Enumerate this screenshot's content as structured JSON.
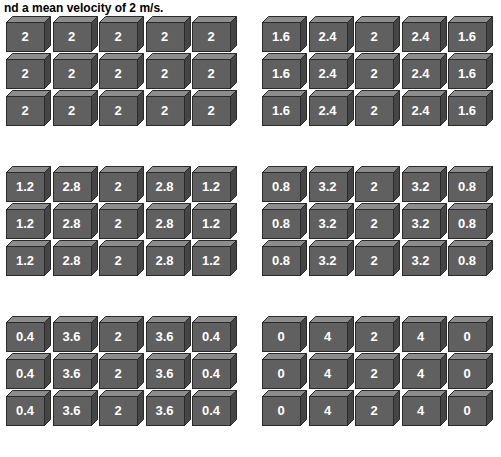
{
  "diagram": {
    "nodes": [
      {
        "text": [
          "2"
        ]
      },
      {
        "text": [
          "2"
        ]
      },
      {
        "text": [
          "2"
        ]
      },
      {
        "text": [
          "2"
        ]
      },
      {
        "text": [
          "2"
        ]
      },
      {
        "text": [
          "2"
        ]
      },
      {
        "text": [
          "2"
        ]
      },
      {
        "text": [
          "2"
        ]
      },
      {
        "text": [
          "2"
        ]
      },
      {
        "text": [
          "2"
        ]
      },
      {
        "text": [
          "2"
        ]
      },
      {
        "text": [
          "2"
        ]
      },
      {
        "text": [
          "2"
        ]
      },
      {
        "text": [
          "2"
        ]
      },
      {
        "text": [
          "2"
        ]
      },
      {
        "text": [
          "1.6"
        ]
      },
      {
        "text": [
          "2.4"
        ]
      },
      {
        "text": [
          "2"
        ]
      },
      {
        "text": [
          "2.4"
        ]
      },
      {
        "text": [
          "1.6"
        ]
      },
      {
        "text": [
          "1.6"
        ]
      },
      {
        "text": [
          "2.4"
        ]
      },
      {
        "text": [
          "2"
        ]
      },
      {
        "text": [
          "2.4"
        ]
      },
      {
        "text": [
          "1.6"
        ]
      },
      {
        "text": [
          "1.6"
        ]
      },
      {
        "text": [
          "2.4"
        ]
      },
      {
        "text": [
          "2"
        ]
      },
      {
        "text": [
          "2.4"
        ]
      },
      {
        "text": [
          "1.6"
        ]
      },
      {
        "text": [
          "1.2"
        ]
      },
      {
        "text": [
          "2.8"
        ]
      },
      {
        "text": [
          "2"
        ]
      },
      {
        "text": [
          "2.8"
        ]
      },
      {
        "text": [
          "1.2"
        ]
      },
      {
        "text": [
          "1.2"
        ]
      },
      {
        "text": [
          "2.8"
        ]
      },
      {
        "text": [
          "2"
        ]
      },
      {
        "text": [
          "2.8"
        ]
      },
      {
        "text": [
          "1.2"
        ]
      },
      {
        "text": [
          "1.2"
        ]
      },
      {
        "text": [
          "2.8"
        ]
      },
      {
        "text": [
          "2"
        ]
      },
      {
        "text": [
          "2.8"
        ]
      },
      {
        "text": [
          "1.2"
        ]
      },
      {
        "text": [
          "0.8"
        ]
      },
      {
        "text": [
          "3.2"
        ]
      },
      {
        "text": [
          "2"
        ]
      },
      {
        "text": [
          "3.2"
        ]
      },
      {
        "text": [
          "0.8"
        ]
      },
      {
        "text": [
          "0.8"
        ]
      },
      {
        "text": [
          "3.2"
        ]
      },
      {
        "text": [
          "2"
        ]
      },
      {
        "text": [
          "3.2"
        ]
      },
      {
        "text": [
          "0.8"
        ]
      },
      {
        "text": [
          "0.8"
        ]
      },
      {
        "text": [
          "3.2"
        ]
      },
      {
        "text": [
          "2"
        ]
      },
      {
        "text": [
          "3.2"
        ]
      },
      {
        "text": [
          "0.8"
        ]
      },
      {
        "text": [
          "0.4"
        ]
      },
      {
        "text": [
          "3.6"
        ]
      },
      {
        "text": [
          "2"
        ]
      },
      {
        "text": [
          "3.6"
        ]
      },
      {
        "text": [
          "0.4"
        ]
      },
      {
        "text": [
          "0.4"
        ]
      },
      {
        "text": [
          "3.6"
        ]
      },
      {
        "text": [
          "2"
        ]
      },
      {
        "text": [
          "3.6"
        ]
      },
      {
        "text": [
          "0.4"
        ]
      },
      {
        "text": [
          "0.4"
        ]
      },
      {
        "text": [
          "3.6"
        ]
      },
      {
        "text": [
          "2"
        ]
      },
      {
        "text": [
          "3.6"
        ]
      },
      {
        "text": [
          "0.4"
        ]
      },
      {
        "text": [
          "0"
        ]
      },
      {
        "text": [
          "4"
        ]
      },
      {
        "text": [
          "2"
        ]
      },
      {
        "text": [
          "4"
        ]
      },
      {
        "text": [
          "0"
        ]
      },
      {
        "text": [
          "0"
        ]
      },
      {
        "text": [
          "4"
        ]
      },
      {
        "text": [
          "2"
        ]
      },
      {
        "text": [
          "4"
        ]
      },
      {
        "text": [
          "0"
        ]
      },
      {
        "text": [
          "0"
        ]
      },
      {
        "text": [
          "4"
        ]
      },
      {
        "text": [
          "2"
        ]
      },
      {
        "text": [
          "4"
        ]
      },
      {
        "text": [
          "0"
        ]
      }
    ],
    "labels": [
      "nd a mean velocity of 2 m/s."
    ]
  }
}
